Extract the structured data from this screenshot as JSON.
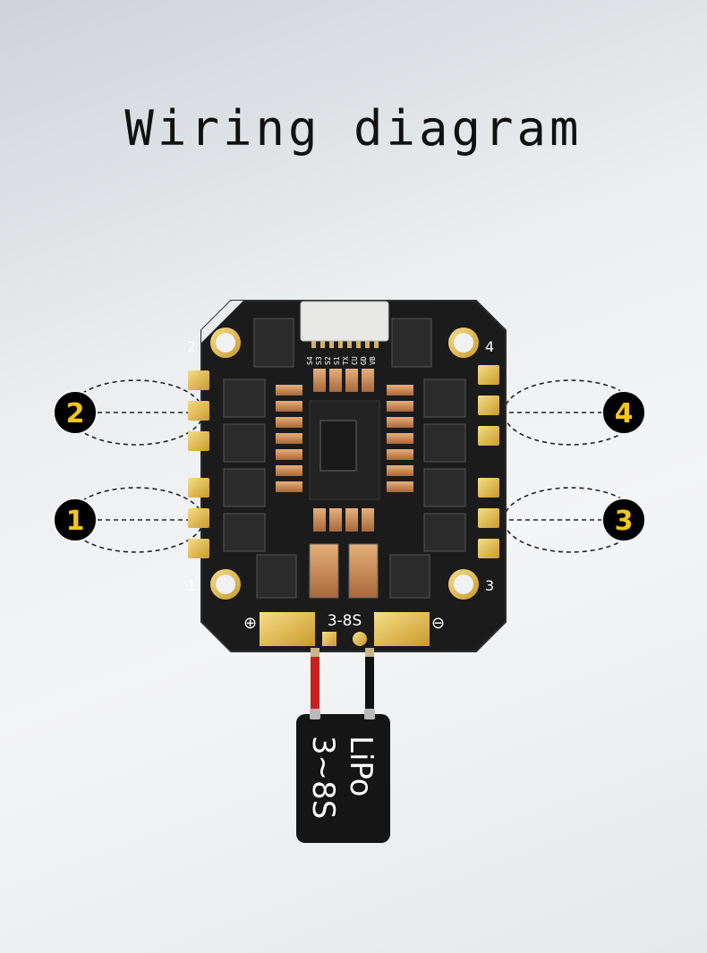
{
  "title": "Wiring diagram",
  "motors": [
    {
      "label": "2",
      "corner": "2"
    },
    {
      "label": "4",
      "corner": "4"
    },
    {
      "label": "1",
      "corner": "1"
    },
    {
      "label": "3",
      "corner": "3"
    }
  ],
  "board": {
    "voltage_label": "3-8S",
    "plus_symbol": "⊕",
    "minus_symbol": "⊖",
    "pins": [
      "S4",
      "S3",
      "S2",
      "S1",
      "TX",
      "CU",
      "GD",
      "VB"
    ]
  },
  "battery": {
    "line1": "LiPo",
    "line2": "3~8S"
  },
  "colors": {
    "board": "#1b1b1b",
    "gold": "#e8c35a",
    "copper": "#b9916a",
    "marker": "#f5c518",
    "wire_positive": "#c8211c",
    "wire_negative": "#111111"
  }
}
